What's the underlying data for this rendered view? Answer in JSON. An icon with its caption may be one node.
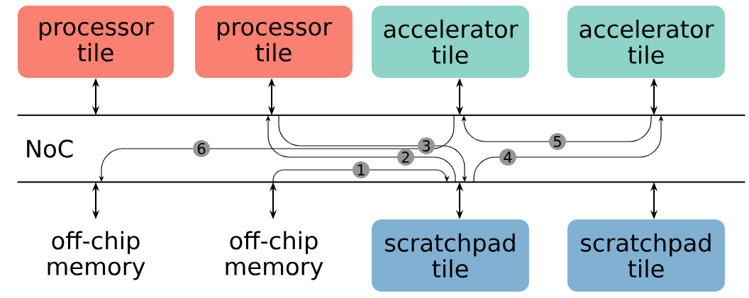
{
  "diagram": {
    "nodes": [
      {
        "text": [
          "processor tile"
        ]
      },
      {
        "text": [
          "processor tile"
        ]
      },
      {
        "text": [
          "accelerator tile"
        ]
      },
      {
        "text": [
          "accelerator tile"
        ]
      },
      {
        "text": [
          "NoC"
        ]
      },
      {
        "text": [
          "off-chip memory"
        ]
      },
      {
        "text": [
          "off-chip memory"
        ]
      },
      {
        "text": [
          "scratchpad tile"
        ]
      },
      {
        "text": [
          "scratchpad tile"
        ]
      }
    ],
    "edges": [
      {
        "from": 0,
        "to": 4,
        "arrow": "both"
      },
      {
        "from": 1,
        "to": 4,
        "arrow": "both"
      },
      {
        "from": 2,
        "to": 4,
        "arrow": "both"
      },
      {
        "from": 3,
        "to": 4,
        "arrow": "both"
      },
      {
        "from": 4,
        "to": 5,
        "arrow": "both"
      },
      {
        "from": 4,
        "to": 6,
        "arrow": "both"
      },
      {
        "from": 4,
        "to": 7,
        "arrow": "both"
      },
      {
        "from": 4,
        "to": 8,
        "arrow": "both"
      },
      {
        "from": 4,
        "to": 4,
        "arrow": "to",
        "label": "1"
      },
      {
        "from": 4,
        "to": 4,
        "arrow": "to",
        "label": "2"
      },
      {
        "from": 4,
        "to": 4,
        "arrow": "to",
        "label": "3"
      },
      {
        "from": 4,
        "to": 4,
        "arrow": "to",
        "label": "4"
      },
      {
        "from": 4,
        "to": 4,
        "arrow": "to",
        "label": "5"
      },
      {
        "from": 4,
        "to": 4,
        "arrow": "to",
        "label": "6"
      }
    ]
  }
}
